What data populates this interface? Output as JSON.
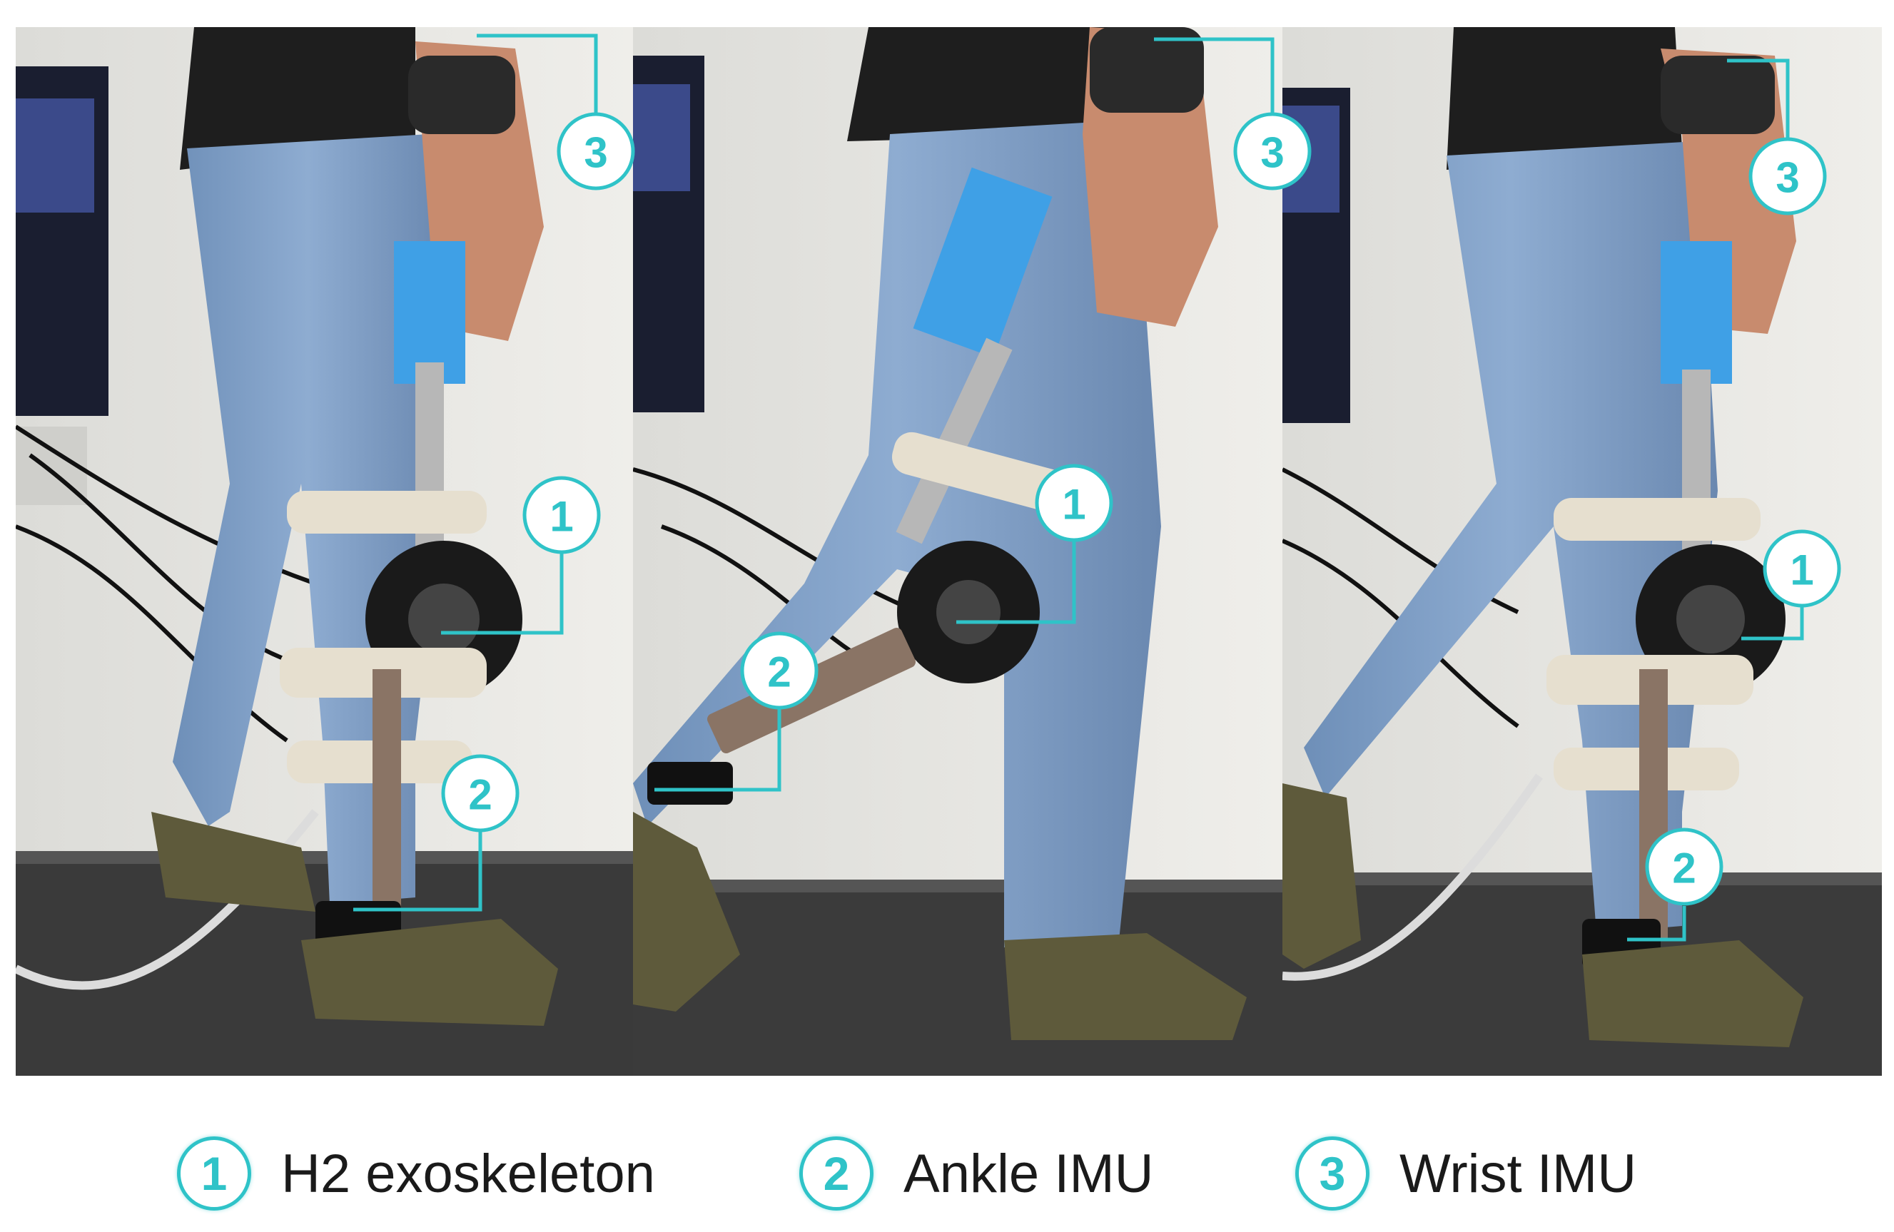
{
  "callouts": {
    "one": "1",
    "two": "2",
    "three": "3"
  },
  "legend": [
    {
      "num": "1",
      "label": "H2 exoskeleton"
    },
    {
      "num": "2",
      "label": "Ankle IMU"
    },
    {
      "num": "3",
      "label": "Wrist IMU"
    }
  ],
  "colors": {
    "accent": "#2fc3c8",
    "denim": "#7b9dc6",
    "shirt": "#1e1e1e",
    "wall": "#e9e8e4",
    "treadmill": "#3b3b3b",
    "shoe": "#5e5a3b",
    "foam": "#3fa0e6",
    "strap": "#e6dfcf"
  }
}
